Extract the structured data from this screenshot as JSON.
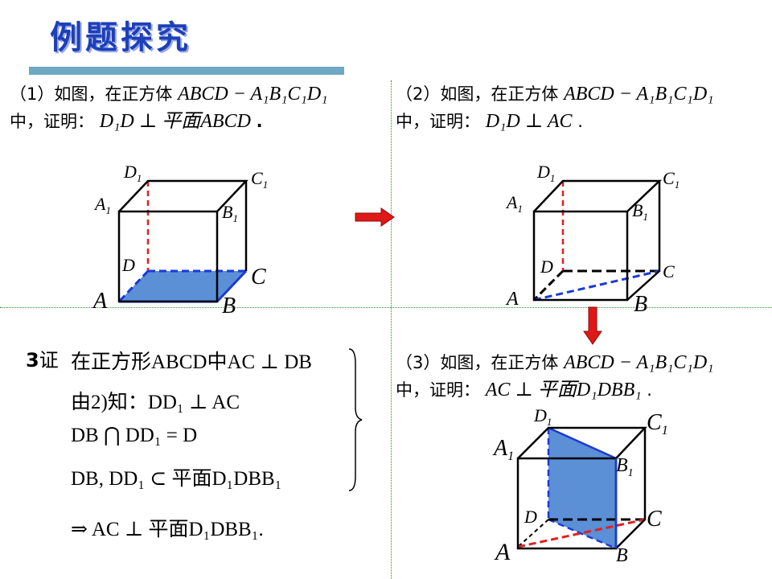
{
  "title": "例题探究",
  "problems": [
    {
      "prefix": "（1）如图，在正方体",
      "cube": "ABCD − A₁B₁C₁D₁",
      "line2_prefix": "中，证明：",
      "statement": "D₁D ⊥ 平面ABCD",
      "end": "."
    },
    {
      "prefix": "（2）如图，在正方体",
      "cube": "ABCD − A₁B₁C₁D₁",
      "line2_prefix": "中，证明：",
      "statement": "D₁D ⊥ AC",
      "end": "."
    },
    {
      "prefix": "（3）如图，在正方体",
      "cube": "ABCD − A₁B₁C₁D₁",
      "line2_prefix": "中，证明：",
      "statement": "AC ⊥ 平面D₁DBB₁",
      "end": "."
    }
  ],
  "proof": {
    "label_num": "3",
    "label_char": "证",
    "lines": [
      "在正方形ABCD中AC ⊥ DB",
      "由2)知：DD₁ ⊥ AC",
      "DB ⋂ DD₁ = D",
      "DB, DD₁ ⊂ 平面D₁DBB₁"
    ],
    "conclusion": "⇒ AC ⊥ 平面D₁DBB₁."
  },
  "labels": {
    "A": "A",
    "B": "B",
    "C": "C",
    "D": "D",
    "A1": "A",
    "B1": "B",
    "C1": "C",
    "D1": "D",
    "sub": "1"
  },
  "colors": {
    "title": "#1d3fb8",
    "face_fill": "#5b8fd6",
    "dashed_red": "#e02020",
    "dashed_blue": "#1a3ad8",
    "arrow": "#e01818"
  }
}
